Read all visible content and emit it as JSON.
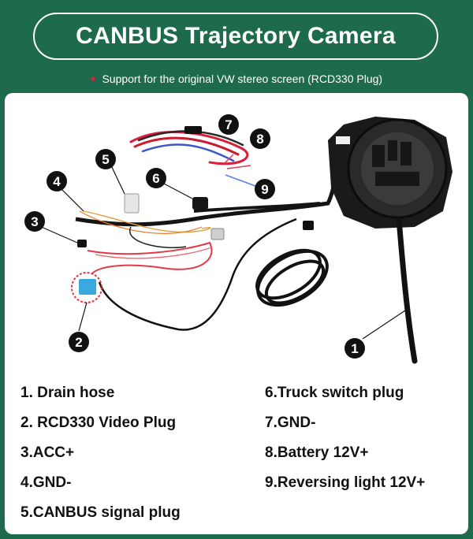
{
  "header": {
    "title": "CANBUS Trajectory Camera",
    "subtitle": "Support for the original VW stereo screen (RCD330 Plug)"
  },
  "callouts": [
    "1",
    "2",
    "3",
    "4",
    "5",
    "6",
    "7",
    "8",
    "9"
  ],
  "specs": {
    "left": [
      "1. Drain hose",
      "2. RCD330 Video Plug",
      "3.ACC+",
      "4.GND-",
      "5.CANBUS signal plug"
    ],
    "right": [
      "6.Truck switch plug",
      "7.GND-",
      "8.Battery 12V+",
      "9.Reversing light 12V+"
    ]
  },
  "colors": {
    "background": "#1d6a4c",
    "card": "#ffffff",
    "heart": "#e0243a"
  }
}
